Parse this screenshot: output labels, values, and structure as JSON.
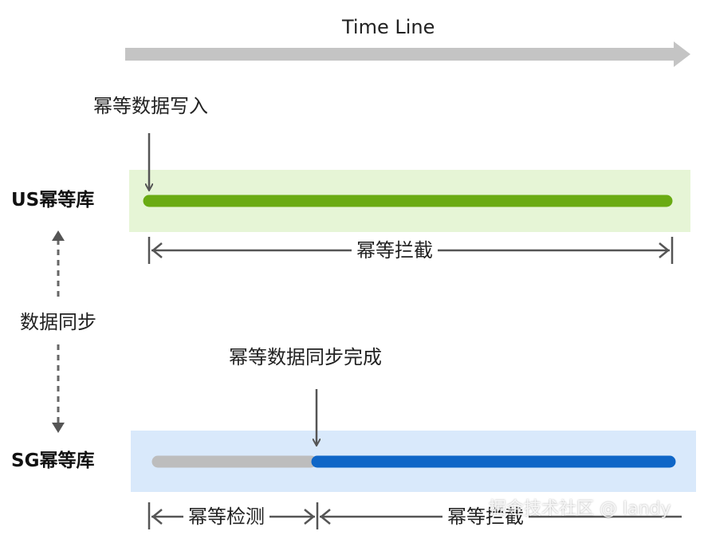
{
  "timeline": {
    "label": "Time Line"
  },
  "us": {
    "db_label": "US幂等库",
    "event_label": "幂等数据写入",
    "span_label": "幂等拦截",
    "panel_color": "#e6f5d6",
    "bar_color": "#6aab13"
  },
  "sync": {
    "label": "数据同步"
  },
  "sg": {
    "db_label": "SG幂等库",
    "event_label": "幂等数据同步完成",
    "span1_label": "幂等检测",
    "span2_label": "幂等拦截",
    "panel_color": "#d9e9fb",
    "gray_bar_color": "#bdbdbd",
    "bar_color": "#0f66c7"
  },
  "watermark": {
    "text": "掘金技术社区 @ landy"
  }
}
